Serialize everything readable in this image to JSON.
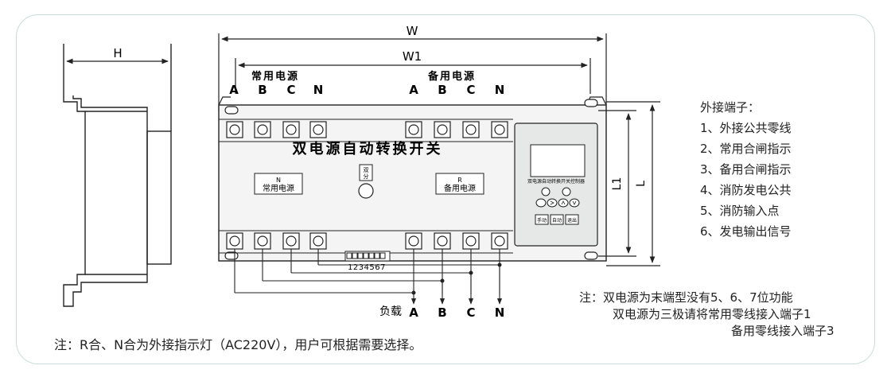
{
  "dimensions": {
    "W": "W",
    "W1": "W1",
    "H": "H",
    "L": "L",
    "L1": "L1"
  },
  "source_groups": {
    "normal": "常用电源",
    "backup": "备用电源"
  },
  "phase_labels_normal": [
    "A",
    "B",
    "C",
    "N"
  ],
  "phase_labels_backup": [
    "A",
    "B",
    "C",
    "N"
  ],
  "device_title": "双电源自动转换开关",
  "status_labels": {
    "normal": {
      "letter": "N",
      "name": "常用电源"
    },
    "backup": {
      "letter": "R",
      "name": "备用电源"
    },
    "dual": {
      "line1": "双",
      "line2": "分"
    }
  },
  "controller": {
    "title": "双电源自动转换开关控制器",
    "buttons": [
      "手动",
      "自动",
      "退出"
    ]
  },
  "small_terminals": "1234567",
  "load": {
    "label": "负载",
    "phases": [
      "A",
      "B",
      "C",
      "N"
    ]
  },
  "external_terminals": {
    "title": "外接端子：",
    "items": [
      "1、外接公共零线",
      "2、常用合闸指示",
      "3、备用合闸指示",
      "4、消防发电公共",
      "5、消防输入点",
      "6、发电输出信号"
    ]
  },
  "note_right": {
    "line1": "注：双电源为末端型没有5、6、7位功能",
    "line2": "双电源为三极请将常用零线接入端子1",
    "line3": "备用零线接入端子3"
  },
  "note_bottom": "注：R合、N合为外接指示灯（AC220V），用户可根据需要选择。",
  "colors": {
    "frame_border": "#c9dada",
    "panel": "#e6e8e8",
    "device_body": "#f4f4f4",
    "line": "#222222"
  }
}
